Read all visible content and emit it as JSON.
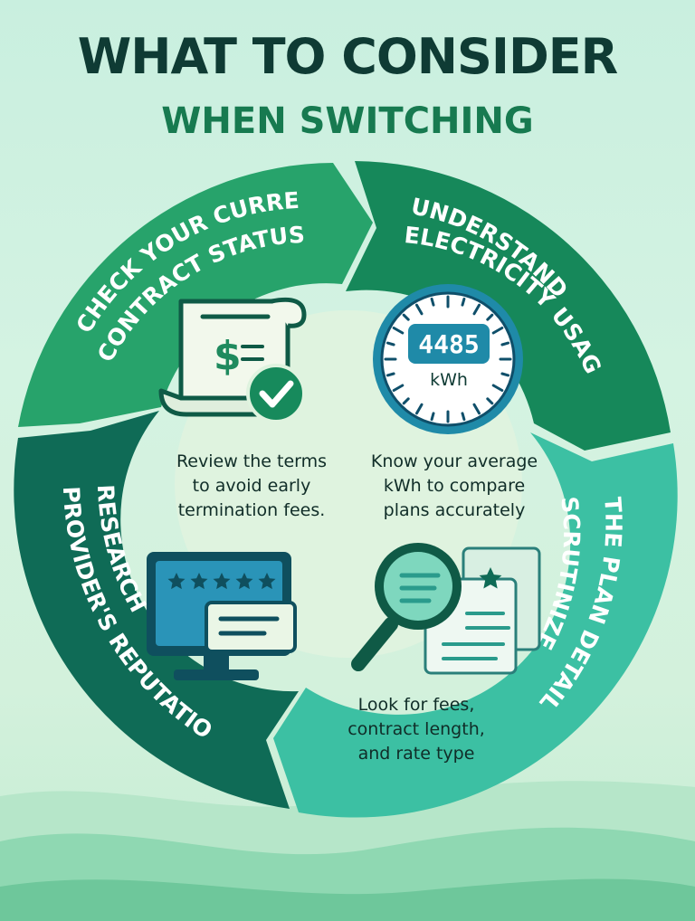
{
  "header": {
    "title": "WHAT TO CONSIDER",
    "subtitle": "WHEN SWITCHING"
  },
  "colors": {
    "title": "#0f3b34",
    "subtitle": "#177a50",
    "segment_contract": "#27a36b",
    "segment_usage": "#16885a",
    "segment_plan": "#3cc0a3",
    "segment_reputation": "#0f6b56",
    "inner_circle": "#dff3df"
  },
  "segments": [
    {
      "id": "contract",
      "label_lines": [
        "CHECK YOUR CURRENT",
        "CONTRACT STATUS"
      ]
    },
    {
      "id": "usage",
      "label_lines": [
        "UNDERSTAND",
        "ELECTRICITY USAGE"
      ]
    },
    {
      "id": "plan",
      "label_lines": [
        "SCRUTINIZE",
        "THE PLAN DETAILS"
      ]
    },
    {
      "id": "reputation",
      "label_lines": [
        "RESEARCH",
        "PROVIDER'S REPUTATION"
      ]
    }
  ],
  "meter": {
    "reading": "4485",
    "unit": "kWh"
  },
  "descriptions": {
    "contract": [
      "Review the terms",
      "to avoid early",
      "termination fees."
    ],
    "usage": [
      "Know your average",
      "kWh to compare",
      "plans accurately"
    ],
    "plan": [
      "Look for fees,",
      "contract length,",
      "and rate type"
    ]
  },
  "icons": {
    "contract": [
      "contract-document-icon",
      "dollar-icon",
      "checkmark-icon"
    ],
    "usage": [
      "electric-meter-icon"
    ],
    "plan": [
      "document-icon",
      "star-icon",
      "magnifying-glass-icon"
    ],
    "reputation": [
      "monitor-icon",
      "five-star-rating-icon",
      "review-card-icon"
    ]
  }
}
